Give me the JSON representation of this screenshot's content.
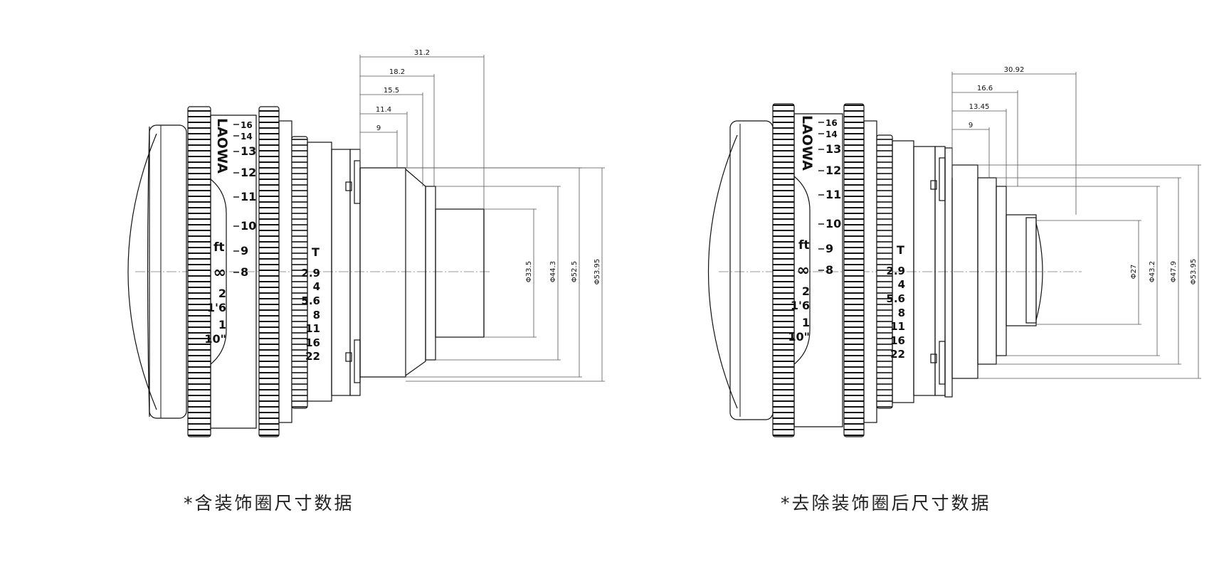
{
  "brand": "LAOWA",
  "lens_left": {
    "caption": "*含装饰圈尺寸数据",
    "lengths": [
      "31.2",
      "18.2",
      "15.5",
      "11.4",
      "9"
    ],
    "diameters": [
      "Φ33.5",
      "Φ44.3",
      "Φ52.5",
      "Φ53.95"
    ]
  },
  "lens_right": {
    "caption": "*去除装饰圈后尺寸数据",
    "lengths": [
      "30.92",
      "16.6",
      "13.45",
      "9"
    ],
    "diameters": [
      "Φ27",
      "Φ43.2",
      "Φ47.9",
      "Φ53.95"
    ]
  },
  "focus_scale": {
    "ft_label": "ft",
    "ft_marks": [
      "∞",
      "2",
      "1'6",
      "1",
      "10\""
    ],
    "m_marks": [
      "16",
      "14",
      "13",
      "12",
      "11",
      "10",
      "9",
      "8"
    ]
  },
  "aperture_scale": {
    "label": "T",
    "marks": [
      "2.9",
      "4",
      "5.6",
      "8",
      "11",
      "16",
      "22"
    ]
  },
  "colors": {
    "line": "#111111",
    "dim": "#555555",
    "background": "#ffffff"
  }
}
